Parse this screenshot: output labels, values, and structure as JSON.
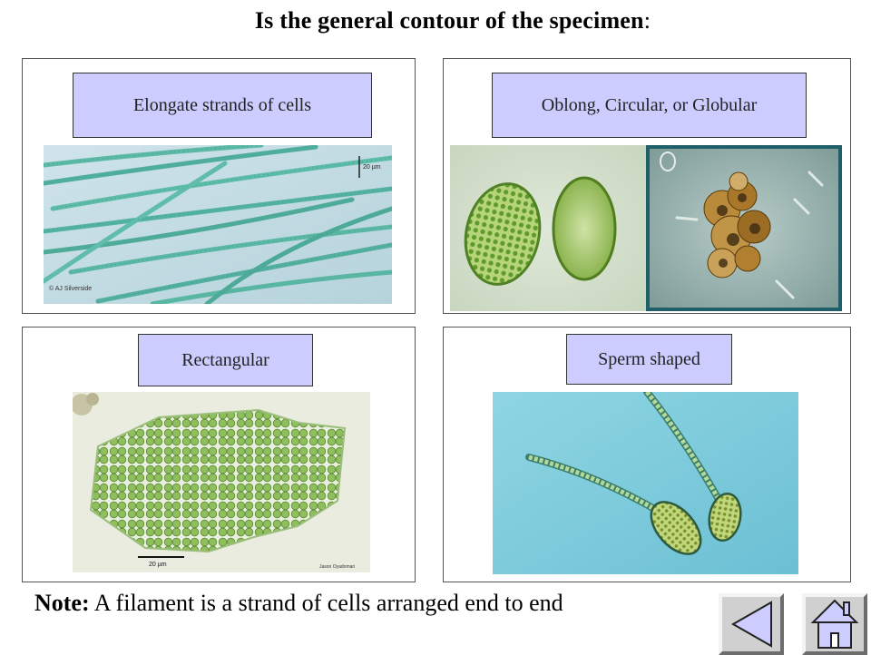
{
  "header": {
    "title": "Is the general contour of the specimen",
    "title_suffix": ":"
  },
  "panels": {
    "elongate": {
      "label": "Elongate strands of cells",
      "scale_text": "20 µm",
      "credit": "© AJ Silverside"
    },
    "oblong": {
      "label": "Oblong, Circular, or Globular"
    },
    "rectangular": {
      "label": "Rectangular",
      "scale_text": "20 µm",
      "credit": "Jason Oyadomari"
    },
    "sperm": {
      "label": "Sperm shaped"
    }
  },
  "note": {
    "prefix": "Note:",
    "text": "A filament is a strand of cells arranged end to end"
  },
  "nav": {
    "back_icon": "back-triangle-icon",
    "home_icon": "home-icon"
  },
  "colors": {
    "label_bg": "#ccccff",
    "button_bg": "#d0d0d0",
    "icon_fill": "#ccccff"
  }
}
